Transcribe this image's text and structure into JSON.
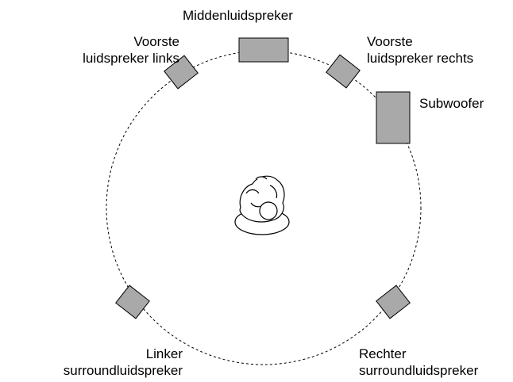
{
  "labels": {
    "center": [
      "Middenluidspreker"
    ],
    "front_left": [
      "Voorste",
      "luidspreker links"
    ],
    "front_right": [
      "Voorste",
      "luidspreker rechts"
    ],
    "subwoofer": [
      "Subwoofer"
    ],
    "surround_left": [
      "Linker",
      "surroundluidspreker"
    ],
    "surround_right": [
      "Rechter",
      "surroundluidspreker"
    ]
  },
  "colors": {
    "speaker_fill": "#a9a9a9",
    "stroke": "#000000"
  },
  "icons": {
    "listener": "listener-icon"
  }
}
